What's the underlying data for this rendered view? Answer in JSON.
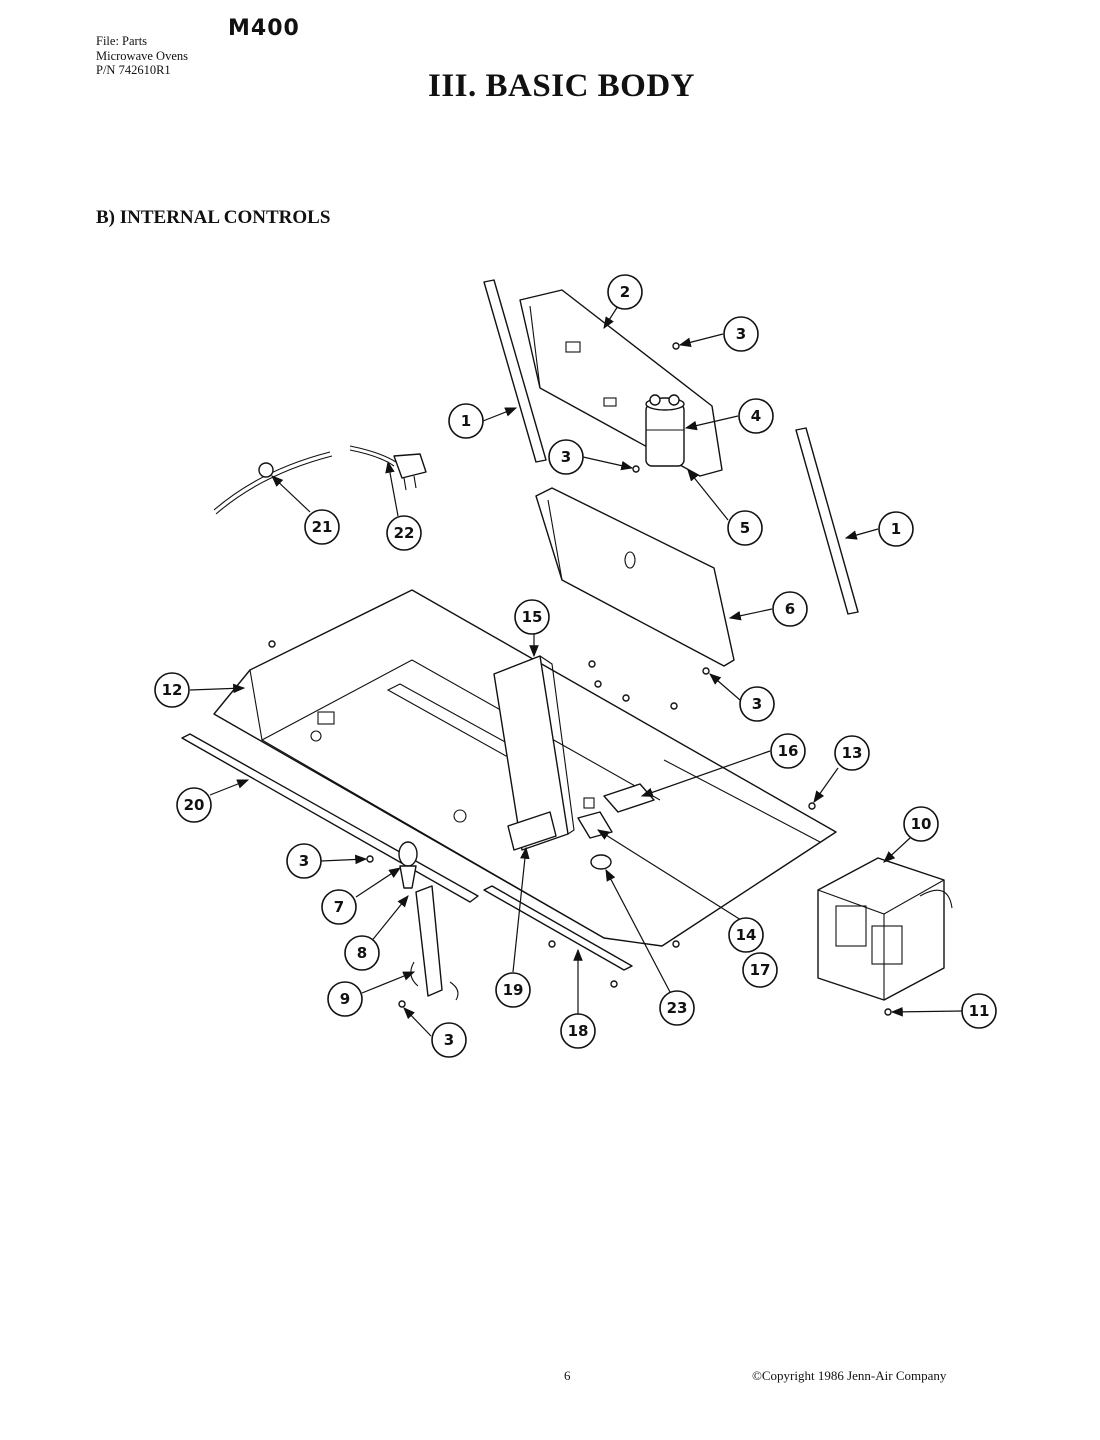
{
  "header": {
    "file_line": "File: Parts",
    "product_line": "Microwave Ovens",
    "pn_line": "P/N 742610R1",
    "model": "M400"
  },
  "title": "III.  BASIC BODY",
  "section": "B)  INTERNAL CONTROLS",
  "footer": {
    "page_number": "6",
    "copyright": "©Copyright 1986 Jenn-Air Company"
  },
  "callouts": [
    "1",
    "2",
    "3",
    "4",
    "5",
    "6",
    "7",
    "8",
    "9",
    "10",
    "11",
    "12",
    "13",
    "14",
    "15",
    "16",
    "17",
    "18",
    "19",
    "20",
    "21",
    "22",
    "23"
  ]
}
